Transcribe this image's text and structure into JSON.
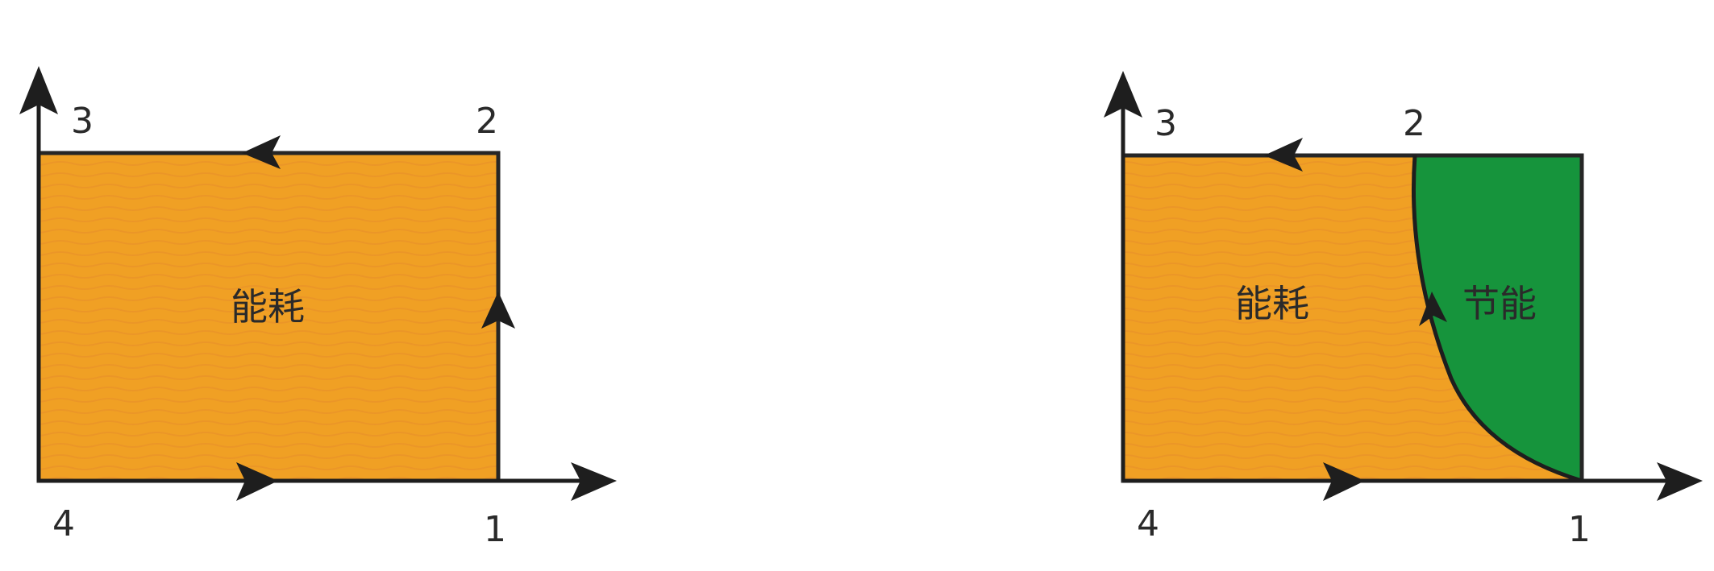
{
  "colors": {
    "energy_fill": "#f0a024",
    "saving_fill": "#16943c",
    "line": "#1e1e1e",
    "label": "#2a2a2a"
  },
  "diagrams": [
    {
      "id": "left",
      "corners": {
        "tl": "3",
        "tr": "2",
        "bl": "4",
        "br": "1"
      },
      "regions": [
        "能耗"
      ]
    },
    {
      "id": "right",
      "corners": {
        "tl": "3",
        "tr": "2",
        "bl": "4",
        "br": "1"
      },
      "regions": [
        "能耗",
        "节能"
      ]
    }
  ]
}
